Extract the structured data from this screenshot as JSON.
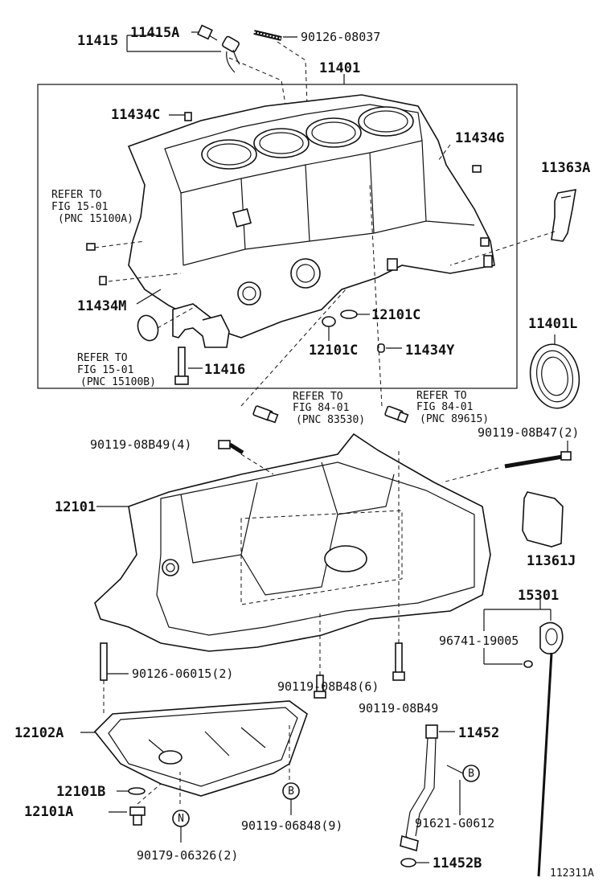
{
  "labels": {
    "p11415": "11415",
    "p11415A": "11415A",
    "p90126_08037": "90126-08037",
    "p11401": "11401",
    "p11434C": "11434C",
    "p11434G": "11434G",
    "p11363A": "11363A",
    "p11434M": "11434M",
    "p12101C_a": "12101C",
    "p12101C_b": "12101C",
    "p11434Y": "11434Y",
    "p11401L": "11401L",
    "p11416": "11416",
    "p90119_08B49_4": "90119-08B49(4)",
    "p90119_08B47_2": "90119-08B47(2)",
    "p12101": "12101",
    "p11361J": "11361J",
    "p15301": "15301",
    "p96741_19005": "96741-19005",
    "p90126_06015_2": "90126-06015(2)",
    "p90119_08B48_6": "90119-08B48(6)",
    "p90119_08B49": "90119-08B49",
    "p12102A": "12102A",
    "p11452": "11452",
    "p12101B": "12101B",
    "p12101A": "12101A",
    "p90119_06848_9": "90119-06848(9)",
    "p91621_G0612": "91621-G0612",
    "p90179_06326_2": "90179-06326(2)",
    "p11452B": "11452B",
    "fig_id": "112311A"
  },
  "refs": {
    "ref1": [
      "REFER TO",
      "FIG 15-01",
      "(PNC 15100A)"
    ],
    "ref2": [
      "REFER TO",
      "FIG 15-01",
      "(PNC 15100B)"
    ],
    "ref3": [
      "REFER TO",
      "FIG 84-01",
      "(PNC 83530)"
    ],
    "ref4": [
      "REFER TO",
      "FIG 84-01",
      "(PNC 89615)"
    ]
  },
  "markers": {
    "B1": "B",
    "B2": "B",
    "N": "N"
  }
}
